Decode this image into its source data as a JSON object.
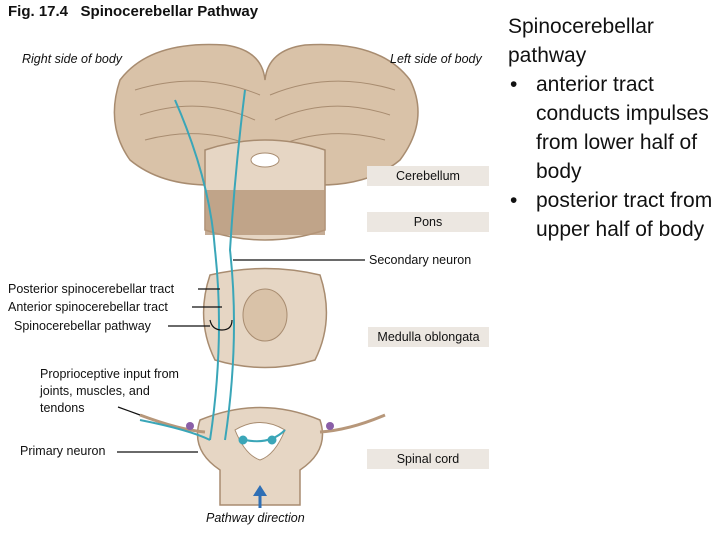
{
  "figure": {
    "title": "Fig. 17.4   Spinocerebellar Pathway",
    "right_side_label": "Right side of body",
    "left_side_label": "Left side of body",
    "labels": {
      "cerebellum": "Cerebellum",
      "pons": "Pons",
      "secondary_neuron": "Secondary neuron",
      "posterior_tract": "Posterior spinocerebellar tract",
      "anterior_tract": "Anterior spinocerebellar tract",
      "spinocerebellar_pathway": "Spinocerebellar pathway",
      "medulla": "Medulla oblongata",
      "proprioceptive_input": "Proprioceptive input from joints, muscles, and tendons",
      "primary_neuron": "Primary neuron",
      "spinal_cord": "Spinal cord",
      "pathway_direction": "Pathway direction"
    }
  },
  "notes": {
    "heading": "Spinocerebellar pathway",
    "bullets": [
      "anterior tract conducts impulses from lower half of body",
      "posterior tract from upper half of body"
    ]
  },
  "colors": {
    "tissue": "#d9c2a8",
    "tissue_dark": "#b7977a",
    "pathway": "#3aa6b8",
    "label_box": "#ece7e1"
  }
}
